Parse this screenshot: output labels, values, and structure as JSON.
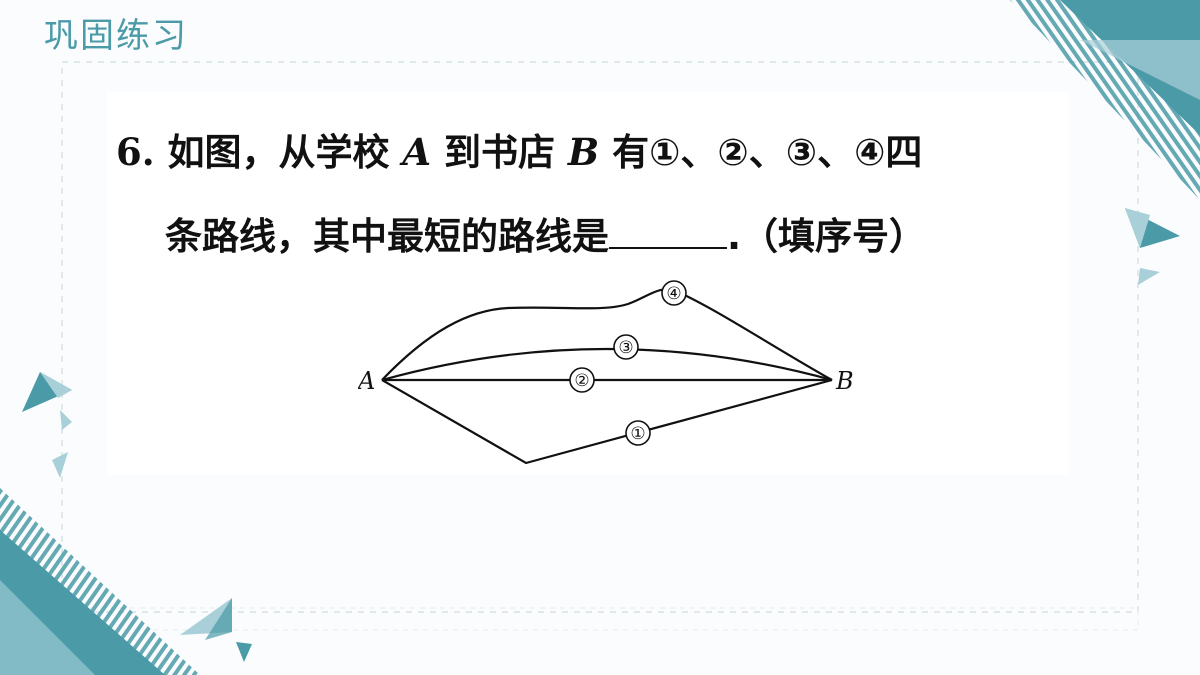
{
  "header": {
    "title": "巩固练习"
  },
  "question": {
    "number": "6.",
    "line1": {
      "p1": "如图，从学校",
      "point_a": "A",
      "p2": "到书店",
      "point_b": "B",
      "p3": "有①、②、③、④四"
    },
    "line2": {
      "p1": "条路线，其中最短的路线是",
      "p2": ".（填序号）"
    }
  },
  "figure": {
    "point_a": "A",
    "point_b": "B",
    "route_labels": [
      "①",
      "②",
      "③",
      "④"
    ]
  },
  "colors": {
    "accent": "#4a9aa8",
    "accent_light": "#a9d0d8",
    "text": "#111111"
  }
}
